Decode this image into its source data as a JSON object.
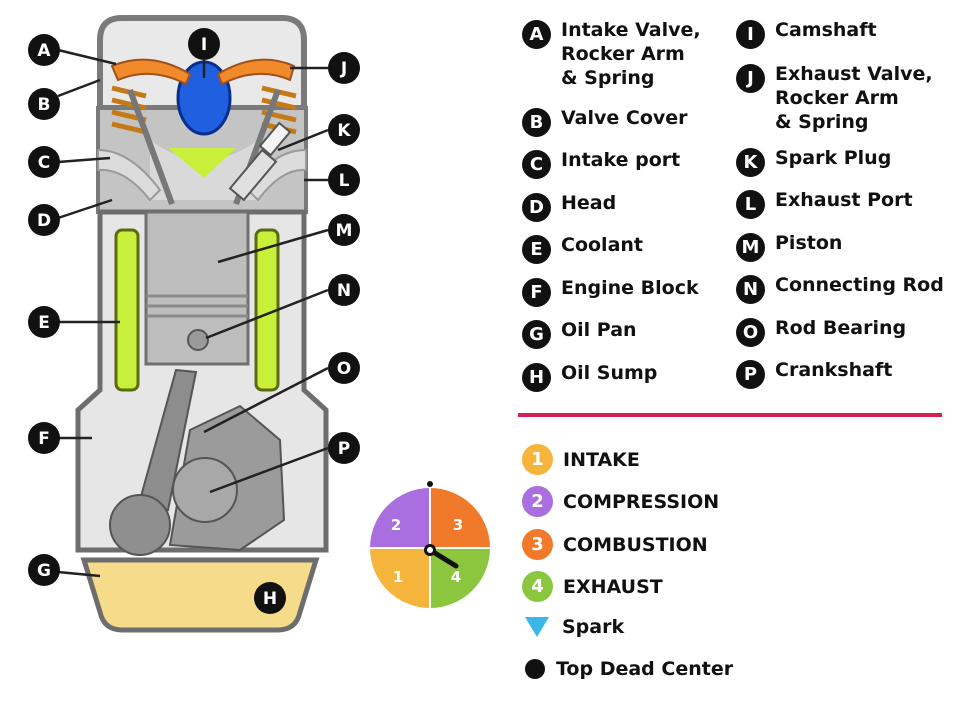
{
  "labels": {
    "A": {
      "letter": "A",
      "text": "Intake Valve,\nRocker Arm\n& Spring"
    },
    "B": {
      "letter": "B",
      "text": "Valve Cover"
    },
    "C": {
      "letter": "C",
      "text": "Intake port"
    },
    "D": {
      "letter": "D",
      "text": "Head"
    },
    "E": {
      "letter": "E",
      "text": "Coolant"
    },
    "F": {
      "letter": "F",
      "text": "Engine Block"
    },
    "G": {
      "letter": "G",
      "text": "Oil Pan"
    },
    "H": {
      "letter": "H",
      "text": "Oil Sump"
    },
    "I": {
      "letter": "I",
      "text": "Camshaft"
    },
    "J": {
      "letter": "J",
      "text": "Exhaust Valve,\nRocker Arm\n& Spring"
    },
    "K": {
      "letter": "K",
      "text": "Spark Plug"
    },
    "L": {
      "letter": "L",
      "text": "Exhaust Port"
    },
    "M": {
      "letter": "M",
      "text": "Piston"
    },
    "N": {
      "letter": "N",
      "text": "Connecting Rod"
    },
    "O": {
      "letter": "O",
      "text": "Rod Bearing"
    },
    "P": {
      "letter": "P",
      "text": "Crankshaft"
    }
  },
  "strokes": [
    {
      "number": "1",
      "name": "INTAKE",
      "color": "#f5b53d"
    },
    {
      "number": "2",
      "name": "COMPRESSION",
      "color": "#a96ee0"
    },
    {
      "number": "3",
      "name": "COMBUSTION",
      "color": "#f07a2a"
    },
    {
      "number": "4",
      "name": "EXHAUST",
      "color": "#8cc63f"
    }
  ],
  "legend_extra": {
    "spark": "Spark",
    "tdc": "Top Dead Center"
  },
  "colors": {
    "divider": "#d6204f",
    "coolant": "#c8ef3a",
    "rocker": "#f08a2a",
    "camshaft": "#1f5fe0",
    "oil": "#f6dc8a",
    "spark": "#3ab7e8"
  }
}
